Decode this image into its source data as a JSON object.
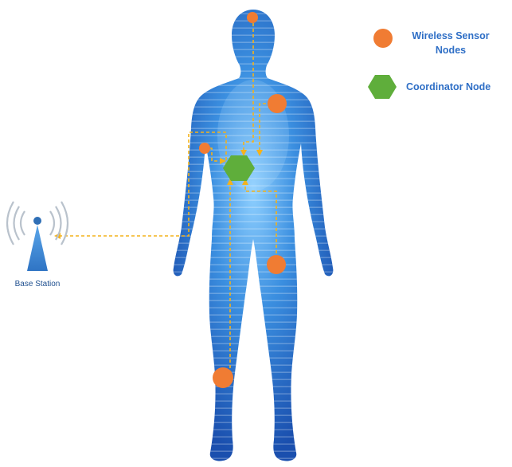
{
  "legend": {
    "sensor_label_line1": "Wireless Sensor",
    "sensor_label_line2": "Nodes",
    "coordinator_label": "Coordinator Node"
  },
  "base_station": {
    "label": "Base Station"
  },
  "colors": {
    "sensor_node": "#f07c33",
    "coordinator_node": "#5fae3b",
    "link_arrow": "#f4b21c",
    "body_dark": "#1a57b8",
    "body_light": "#7fc0f2",
    "antenna": "#4a8fd6",
    "legend_text": "#2f6fc6",
    "station_text": "#1e4f8f"
  },
  "icons": {
    "sensor": "orange-circle",
    "coordinator": "green-hexagon",
    "base_station": "antenna-tower-icon"
  }
}
